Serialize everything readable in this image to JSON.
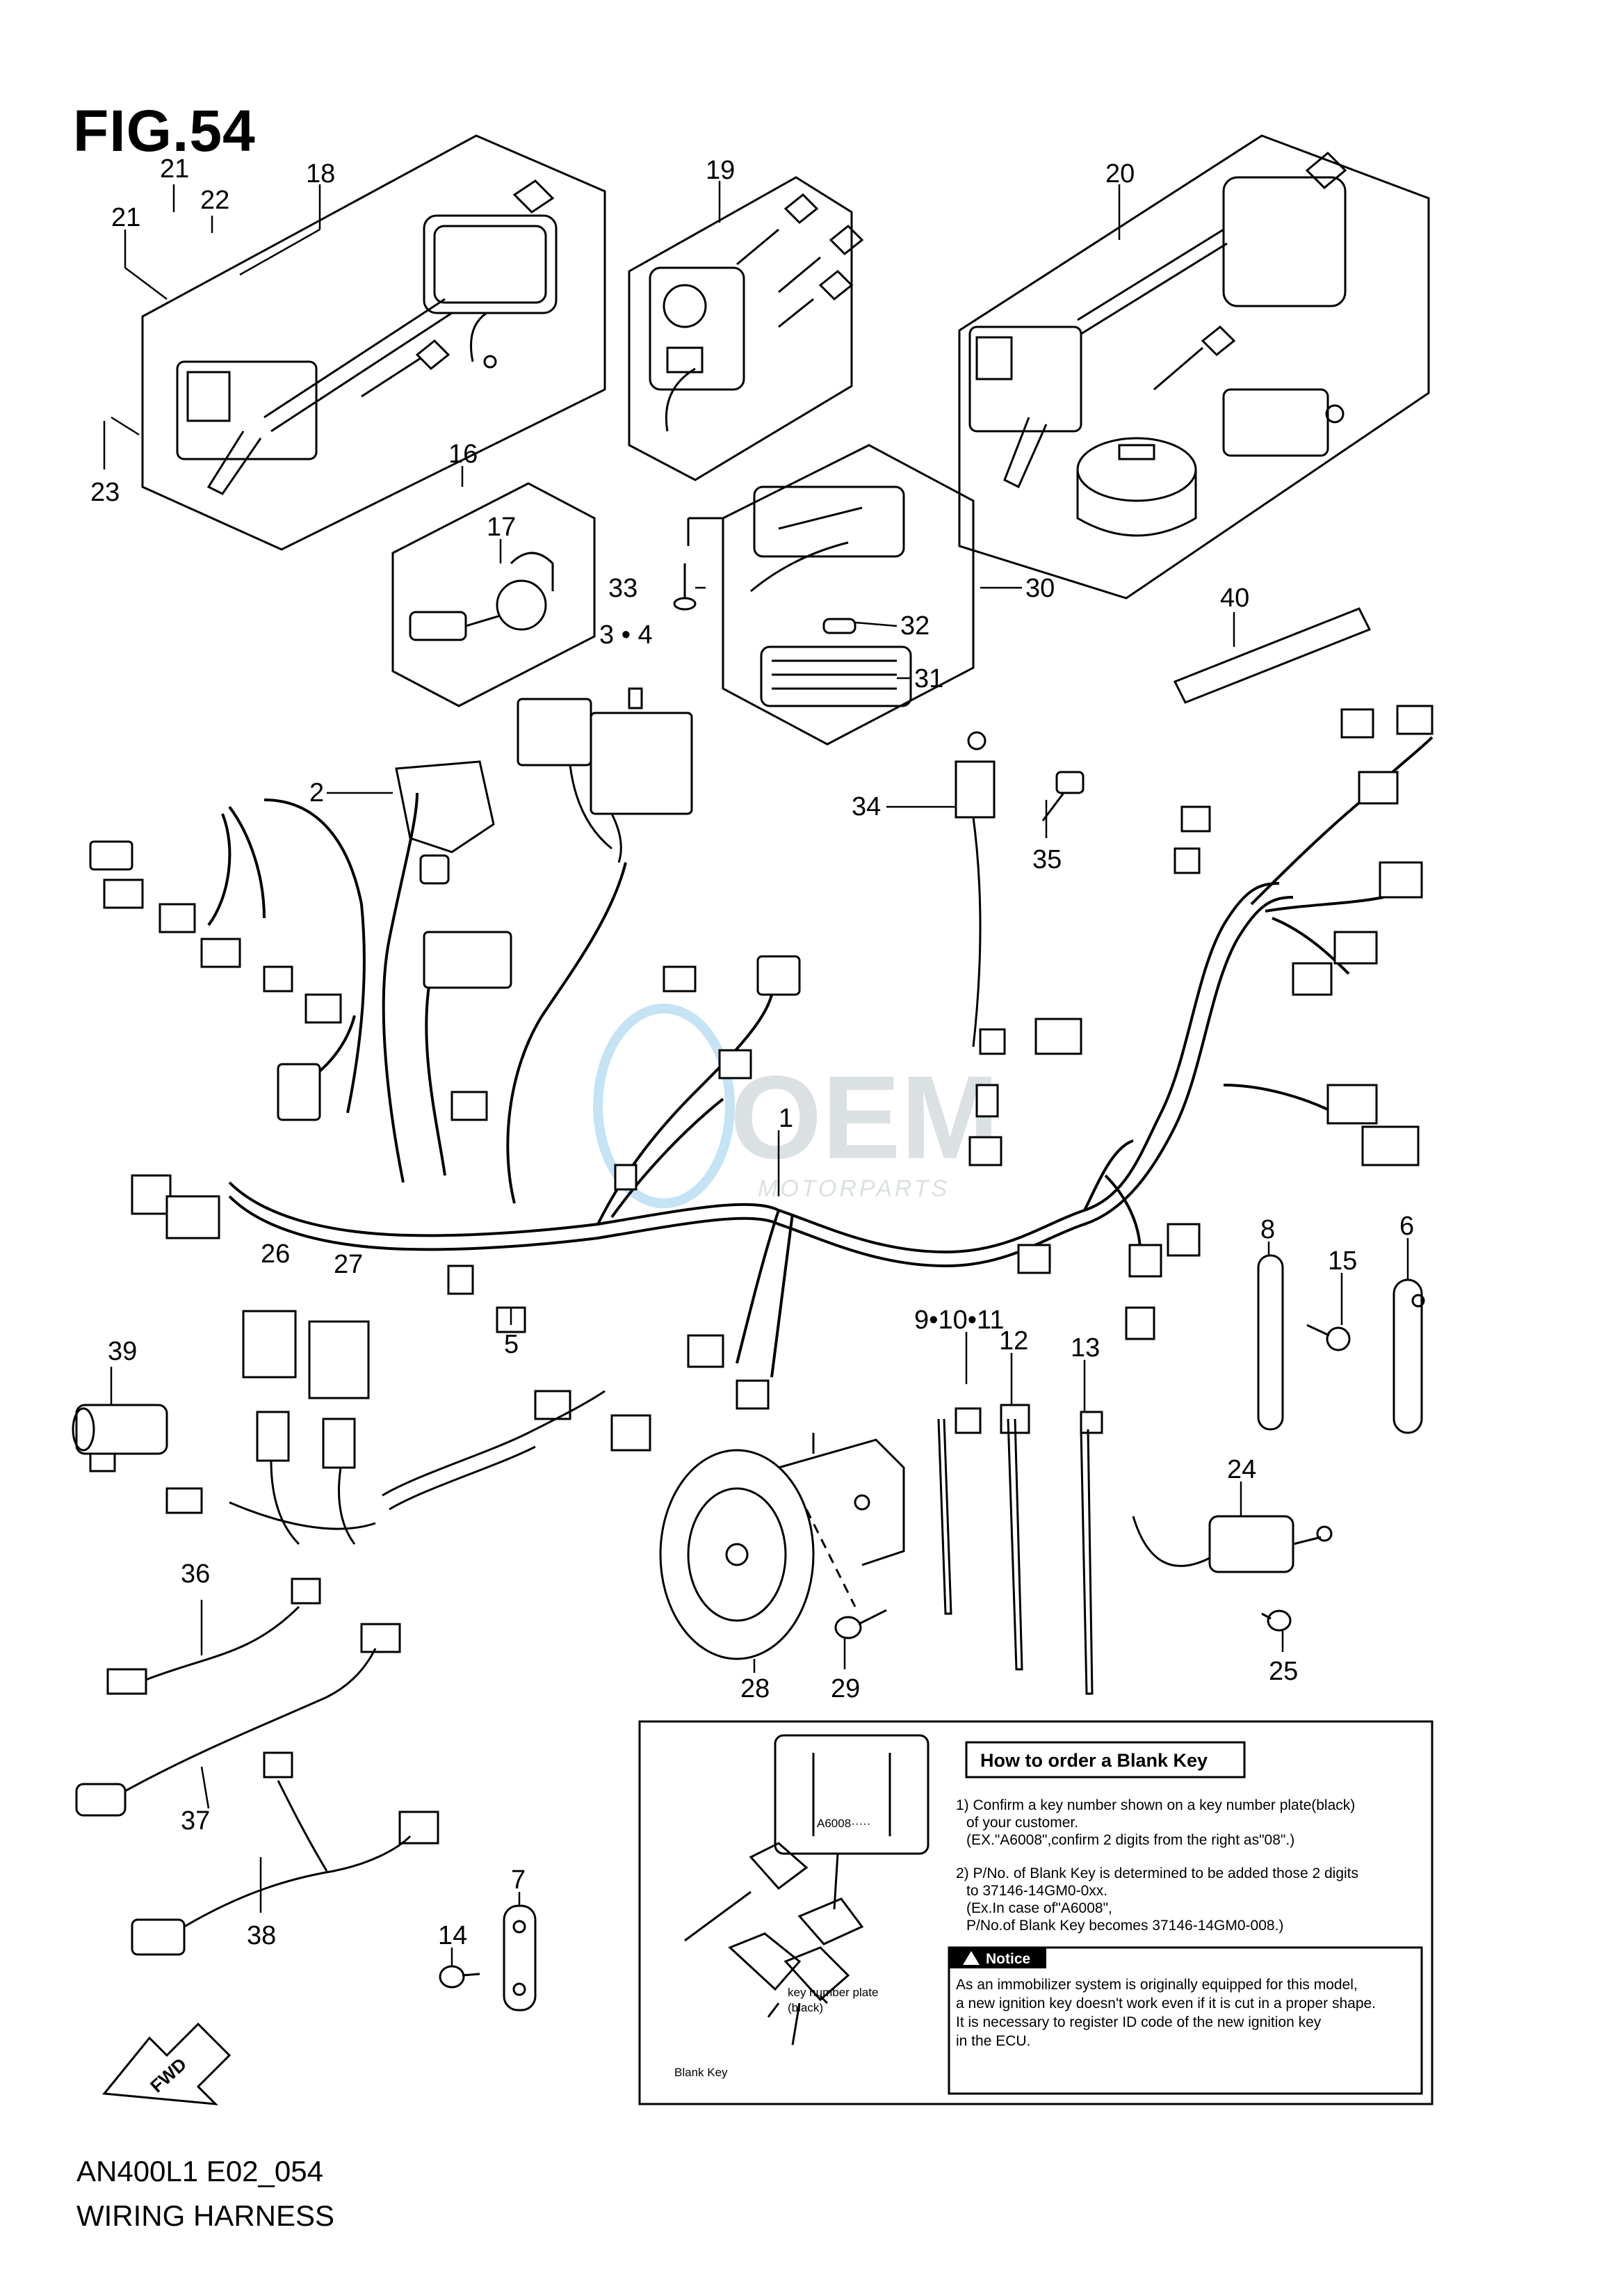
{
  "figure": {
    "title": "FIG.54",
    "code": "AN400L1 E02_054",
    "name": "WIRING HARNESS"
  },
  "callouts": [
    "1",
    "2",
    "3 • 4",
    "5",
    "6",
    "7",
    "8",
    "9•10•11",
    "12",
    "13",
    "14",
    "15",
    "16",
    "17",
    "18",
    "19",
    "20",
    "21",
    "21",
    "22",
    "23",
    "24",
    "25",
    "26",
    "27",
    "28",
    "29",
    "30",
    "31",
    "32",
    "33",
    "34",
    "35",
    "36",
    "37",
    "38",
    "39",
    "40"
  ],
  "watermark": {
    "brand": "OEM",
    "sub": "MOTORPARTS"
  },
  "fwd_arrow": "FWD",
  "key_info": {
    "heading": "How to order a Blank Key",
    "plate_code": "A6008·····",
    "step1": [
      "1) Confirm a key number shown on a key number plate(black)",
      "of your customer.",
      "(EX.\"A6008\",confirm 2 digits from the right as\"08\".)"
    ],
    "step2": [
      "2) P/No. of Blank Key is determined to be added those 2 digits",
      "to 37146-14GM0-0xx.",
      "(Ex.In case of\"A6008\",",
      "P/No.of Blank Key becomes 37146-14GM0-008.)"
    ],
    "notice_label": "Notice",
    "notice_text": [
      "As an immobilizer system is originally equipped for this model,",
      "a new ignition key doesn't work even if it is cut in a proper shape.",
      "It is necessary to register ID code of the new ignition key",
      "in the ECU."
    ],
    "label_plate": [
      "key number plate",
      "(black)"
    ],
    "label_blank": "Blank Key"
  }
}
